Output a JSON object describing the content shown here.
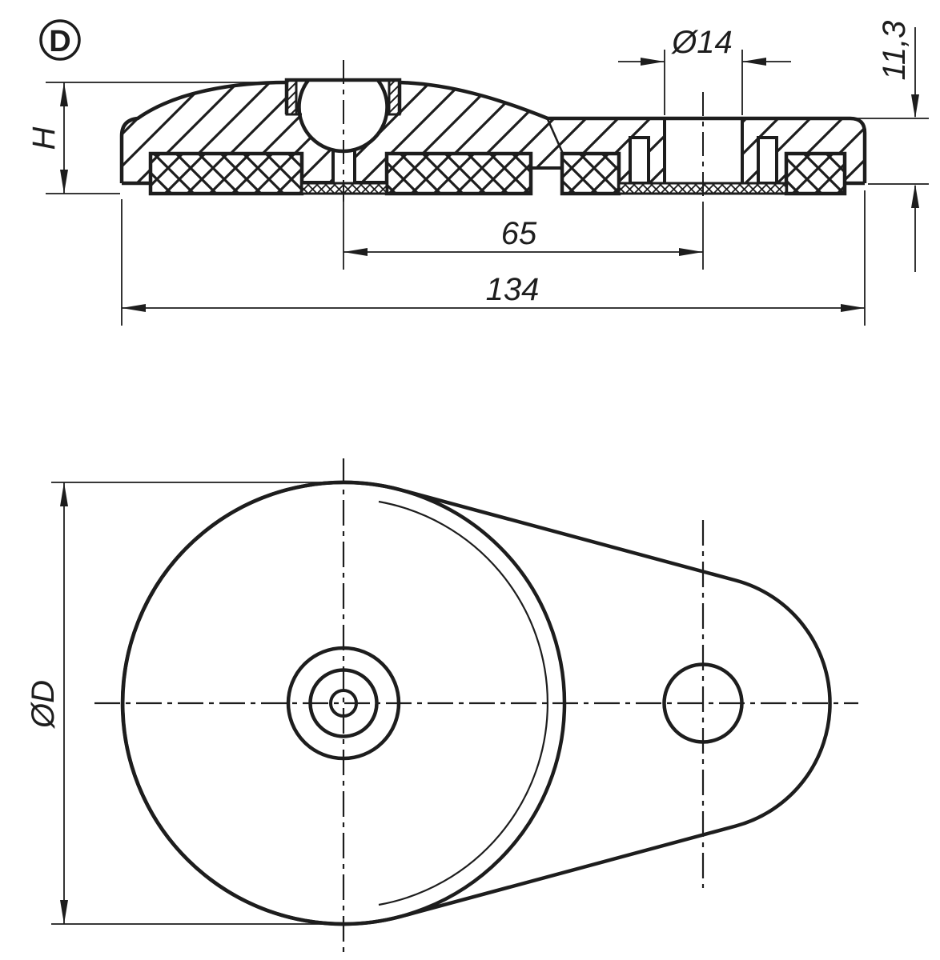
{
  "drawing": {
    "balloon_label": "D",
    "dimensions": {
      "height": "H",
      "ball_hole_diameter": "Ø14",
      "plate_thickness": "11,3",
      "hole_center_offset": "65",
      "overall_length": "134",
      "base_diameter": "ØD"
    },
    "colors": {
      "line": "#1d1d1d",
      "background": "#ffffff"
    }
  }
}
